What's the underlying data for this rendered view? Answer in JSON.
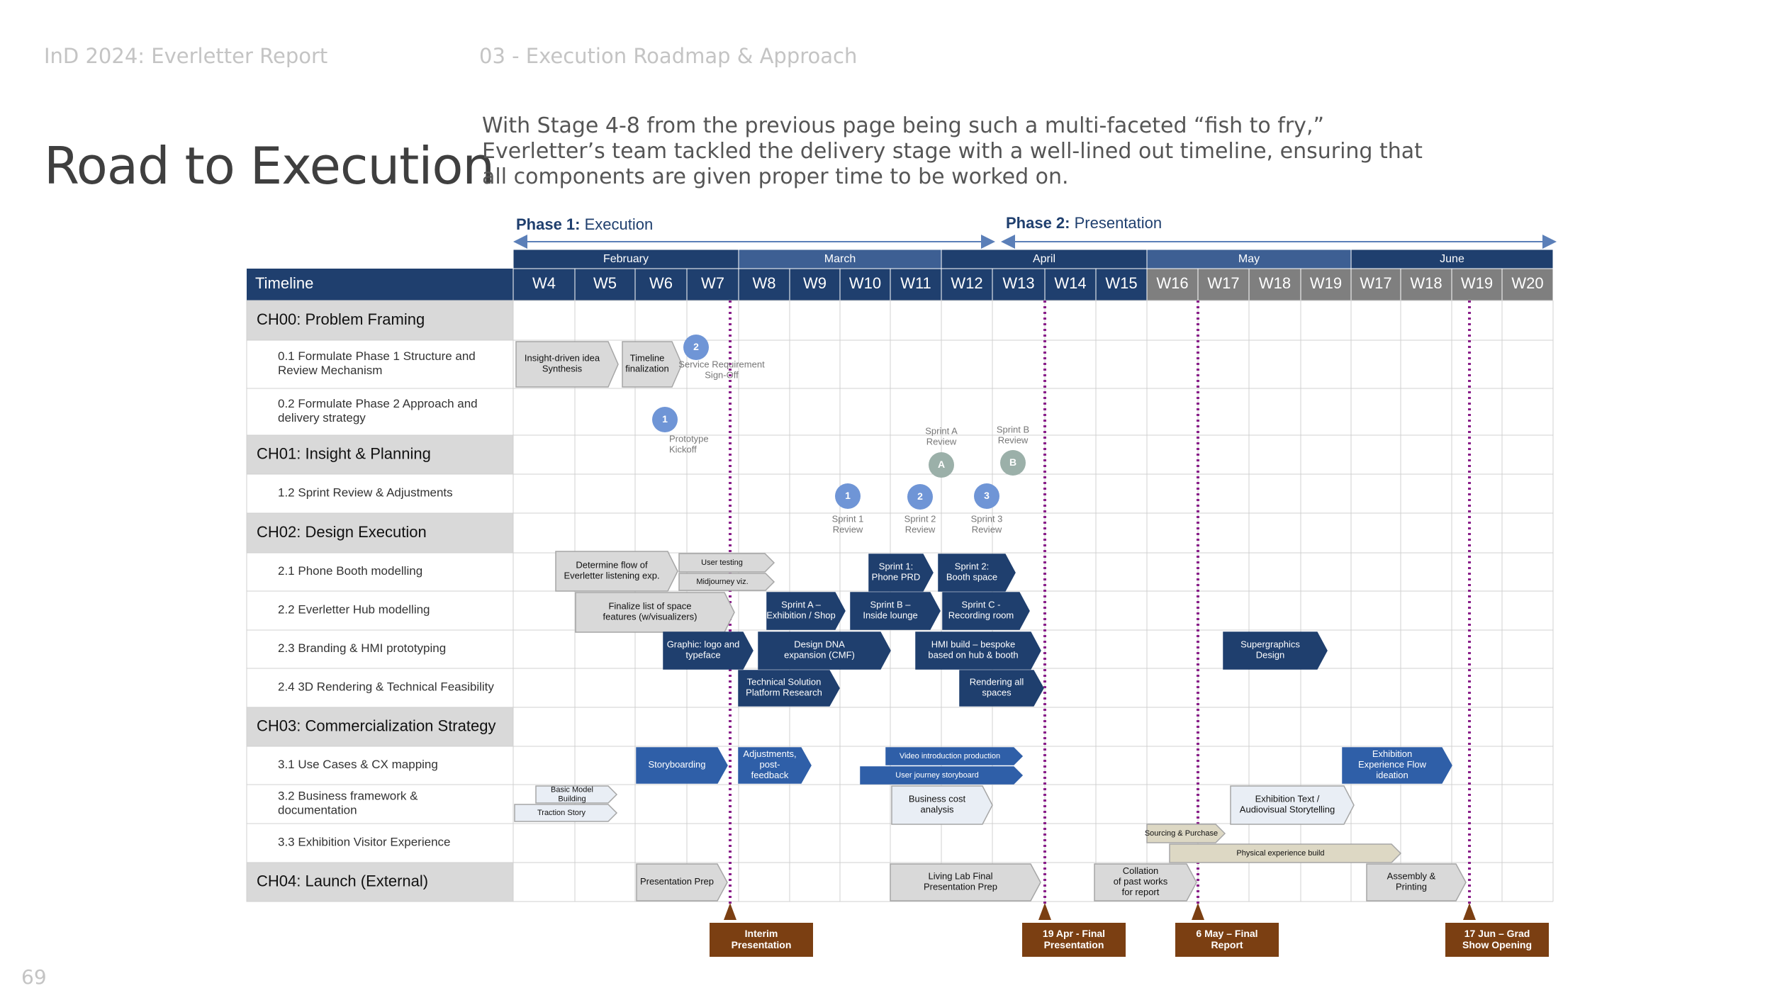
{
  "header": {
    "report": "InD 2024: Everletter Report",
    "section": "03 - Execution Roadmap & Approach"
  },
  "title": "Road to Execution",
  "intro": "With Stage 4-8 from the previous page being such a multi-faceted “fish to fry,” Everletter’s team tackled the delivery stage with a well-lined out timeline, ensuring that all components are given proper time to be worked on.",
  "page_number": "69",
  "colors": {
    "navy": "#1f3f6e",
    "header_band": "#3d5f93",
    "week_gray": "#7f7f7f",
    "chapter_bg": "#d9d9d9",
    "light_gray": "#d9d9d9",
    "milestone": "#7b3f12",
    "marker": "#8a1f8a",
    "review_blue": "#6f95d6",
    "sprint_gray": "#9bb0a9",
    "arrow_blue": "#5b7fb8",
    "beige": "#ddd8c4"
  },
  "phases": [
    {
      "strong": "Phase 1:",
      "label": " Execution"
    },
    {
      "strong": "Phase 2:",
      "label": " Presentation"
    }
  ],
  "months": [
    "February",
    "March",
    "April",
    "May",
    "June"
  ],
  "timeline_label": "Timeline",
  "weeks": [
    "W4",
    "W5",
    "W6",
    "W7",
    "W8",
    "W9",
    "W10",
    "W11",
    "W12",
    "W13",
    "W14",
    "W15",
    "W16",
    "W17",
    "W18",
    "W19",
    "W17",
    "W18",
    "W19",
    "W20"
  ],
  "rows": [
    {
      "label": "CH00: Problem Framing",
      "chapter": true
    },
    {
      "label": "0.1 Formulate Phase 1 Structure and|Review Mechanism",
      "chapter": false
    },
    {
      "label": "0.2 Formulate Phase 2 Approach and|delivery strategy",
      "chapter": false
    },
    {
      "label": "CH01: Insight & Planning",
      "chapter": true
    },
    {
      "label": "1.2 Sprint Review & Adjustments",
      "chapter": false
    },
    {
      "label": "CH02: Design Execution",
      "chapter": true
    },
    {
      "label": "2.1 Phone Booth modelling",
      "chapter": false
    },
    {
      "label": "2.2 Everletter Hub modelling",
      "chapter": false
    },
    {
      "label": "2.3 Branding & HMI prototyping",
      "chapter": false
    },
    {
      "label": "2.4 3D Rendering & Technical Feasibility",
      "chapter": false
    },
    {
      "label": "CH03: Commercialization Strategy",
      "chapter": true
    },
    {
      "label": "3.1 Use Cases & CX mapping",
      "chapter": false
    },
    {
      "label": "3.2 Business framework &|documentation",
      "chapter": false
    },
    {
      "label": "3.3 Exhibition Visitor Experience",
      "chapter": false
    },
    {
      "label": "CH04: Launch (External)",
      "chapter": true
    }
  ],
  "tasks": [
    {
      "text": "Insight-driven idea|Synthesis",
      "style": "light"
    },
    {
      "text": "Timeline|finalization",
      "style": "light"
    },
    {
      "text": "Determine flow of|Everletter listening exp.",
      "style": "light"
    },
    {
      "text": "User testing",
      "style": "light"
    },
    {
      "text": "Midjourney viz.",
      "style": "light"
    },
    {
      "text": "Sprint 1:|Phone PRD",
      "style": "navy"
    },
    {
      "text": "Sprint 2:|Booth space",
      "style": "navy"
    },
    {
      "text": "Finalize list of space|features (w/visualizers)",
      "style": "light"
    },
    {
      "text": "Sprint A –|Exhibition / Shop",
      "style": "navy"
    },
    {
      "text": "Sprint B –|Inside lounge",
      "style": "navy"
    },
    {
      "text": "Sprint C -|Recording room",
      "style": "navy"
    },
    {
      "text": "Graphic: logo and|typeface",
      "style": "navy"
    },
    {
      "text": "Design DNA|expansion (CMF)",
      "style": "navy"
    },
    {
      "text": "HMI build – bespoke|based on hub & booth",
      "style": "navy"
    },
    {
      "text": "Supergraphics|Design",
      "style": "navy"
    },
    {
      "text": "Technical Solution|Platform Research",
      "style": "navy"
    },
    {
      "text": "Rendering all|spaces",
      "style": "navy"
    },
    {
      "text": "Storyboarding",
      "style": "blue"
    },
    {
      "text": "Adjustments,|post-|feedback",
      "style": "blue"
    },
    {
      "text": "Video introduction production",
      "style": "blue"
    },
    {
      "text": "User journey storyboard",
      "style": "blue"
    },
    {
      "text": "Exhibition|Experience Flow|ideation",
      "style": "blue"
    },
    {
      "text": "Basic Model|Building",
      "style": "white"
    },
    {
      "text": "Traction Story",
      "style": "white"
    },
    {
      "text": "Business cost|analysis",
      "style": "white"
    },
    {
      "text": "Exhibition Text /|Audiovisual Storytelling",
      "style": "white"
    },
    {
      "text": "Sourcing & Purchase",
      "style": "beige"
    },
    {
      "text": "Physical experience build",
      "style": "beige"
    },
    {
      "text": "Presentation Prep",
      "style": "light"
    },
    {
      "text": "Living Lab Final|Presentation Prep",
      "style": "light"
    },
    {
      "text": "Collation|of past works|for report",
      "style": "light"
    },
    {
      "text": "Assembly &|Printing",
      "style": "light"
    }
  ],
  "circles": [
    {
      "num": "2",
      "caption": "Service  Requirement|Sign-Off",
      "kind": "blue"
    },
    {
      "num": "1",
      "caption": "Prototype|Kickoff",
      "kind": "blue"
    },
    {
      "num": "A",
      "caption": "Sprint A|Review",
      "kind": "gray"
    },
    {
      "num": "B",
      "caption": "Sprint B|Review",
      "kind": "gray"
    },
    {
      "num": "1",
      "caption": "Sprint 1|Review",
      "kind": "blue"
    },
    {
      "num": "2",
      "caption": "Sprint 2|Review",
      "kind": "blue"
    },
    {
      "num": "3",
      "caption": "Sprint 3|Review",
      "kind": "blue"
    }
  ],
  "milestones": [
    {
      "text": "Interim|Presentation"
    },
    {
      "text": "19 Apr - Final|Presentation"
    },
    {
      "text": "6 May – Final|Report"
    },
    {
      "text": "17  Jun – Grad|Show Opening"
    }
  ]
}
